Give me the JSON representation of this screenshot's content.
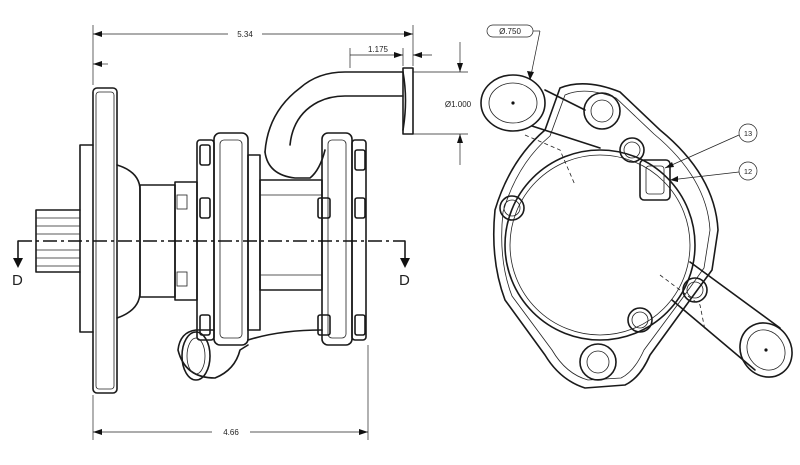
{
  "dimensions": {
    "overall_length": "5.34",
    "outlet_offset": "1.175",
    "outlet_diameter": "Ø1.000",
    "base_length": "4.66",
    "port_diameter": "Ø.750"
  },
  "section_marks": {
    "left": "D",
    "right": "D"
  },
  "callouts": {
    "a": "13",
    "b": "12"
  }
}
